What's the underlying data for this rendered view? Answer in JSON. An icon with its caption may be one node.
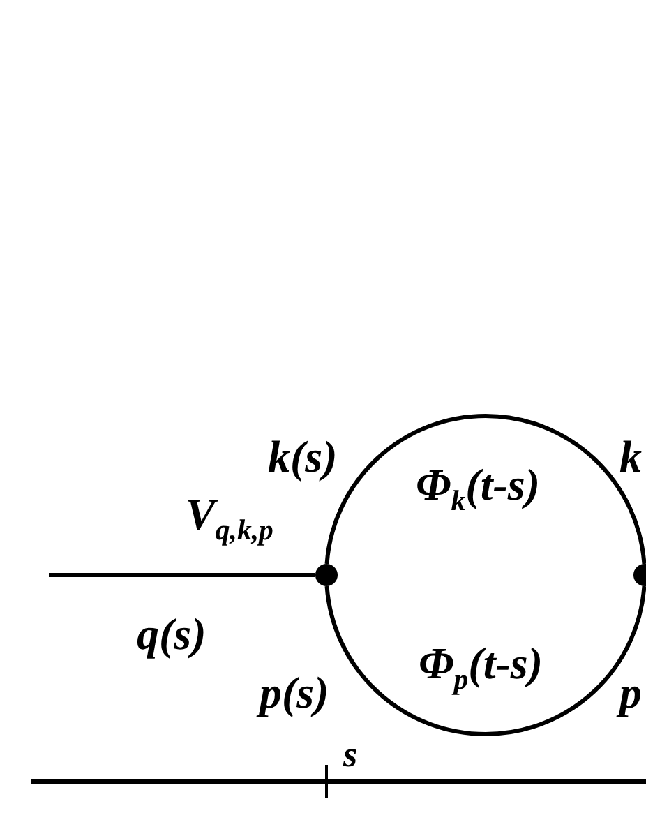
{
  "diagram": {
    "nodes": [
      {
        "text": [],
        "shape": "circle"
      },
      {
        "text": [],
        "shape": "circle"
      }
    ],
    "edges": [
      {
        "from": null,
        "to": 0,
        "arrow": "none",
        "label": "q(s)"
      },
      {
        "from": 0,
        "to": 1,
        "arrow": "none",
        "label": "Φ$_{k}$(t-s)"
      },
      {
        "from": 0,
        "to": 1,
        "arrow": "none",
        "label": "Φ$_{p}$(t-s)"
      }
    ],
    "labels": [
      "k(s)",
      "k",
      "V$_{q,k,p}$",
      "p(s)",
      "p",
      "s"
    ]
  }
}
